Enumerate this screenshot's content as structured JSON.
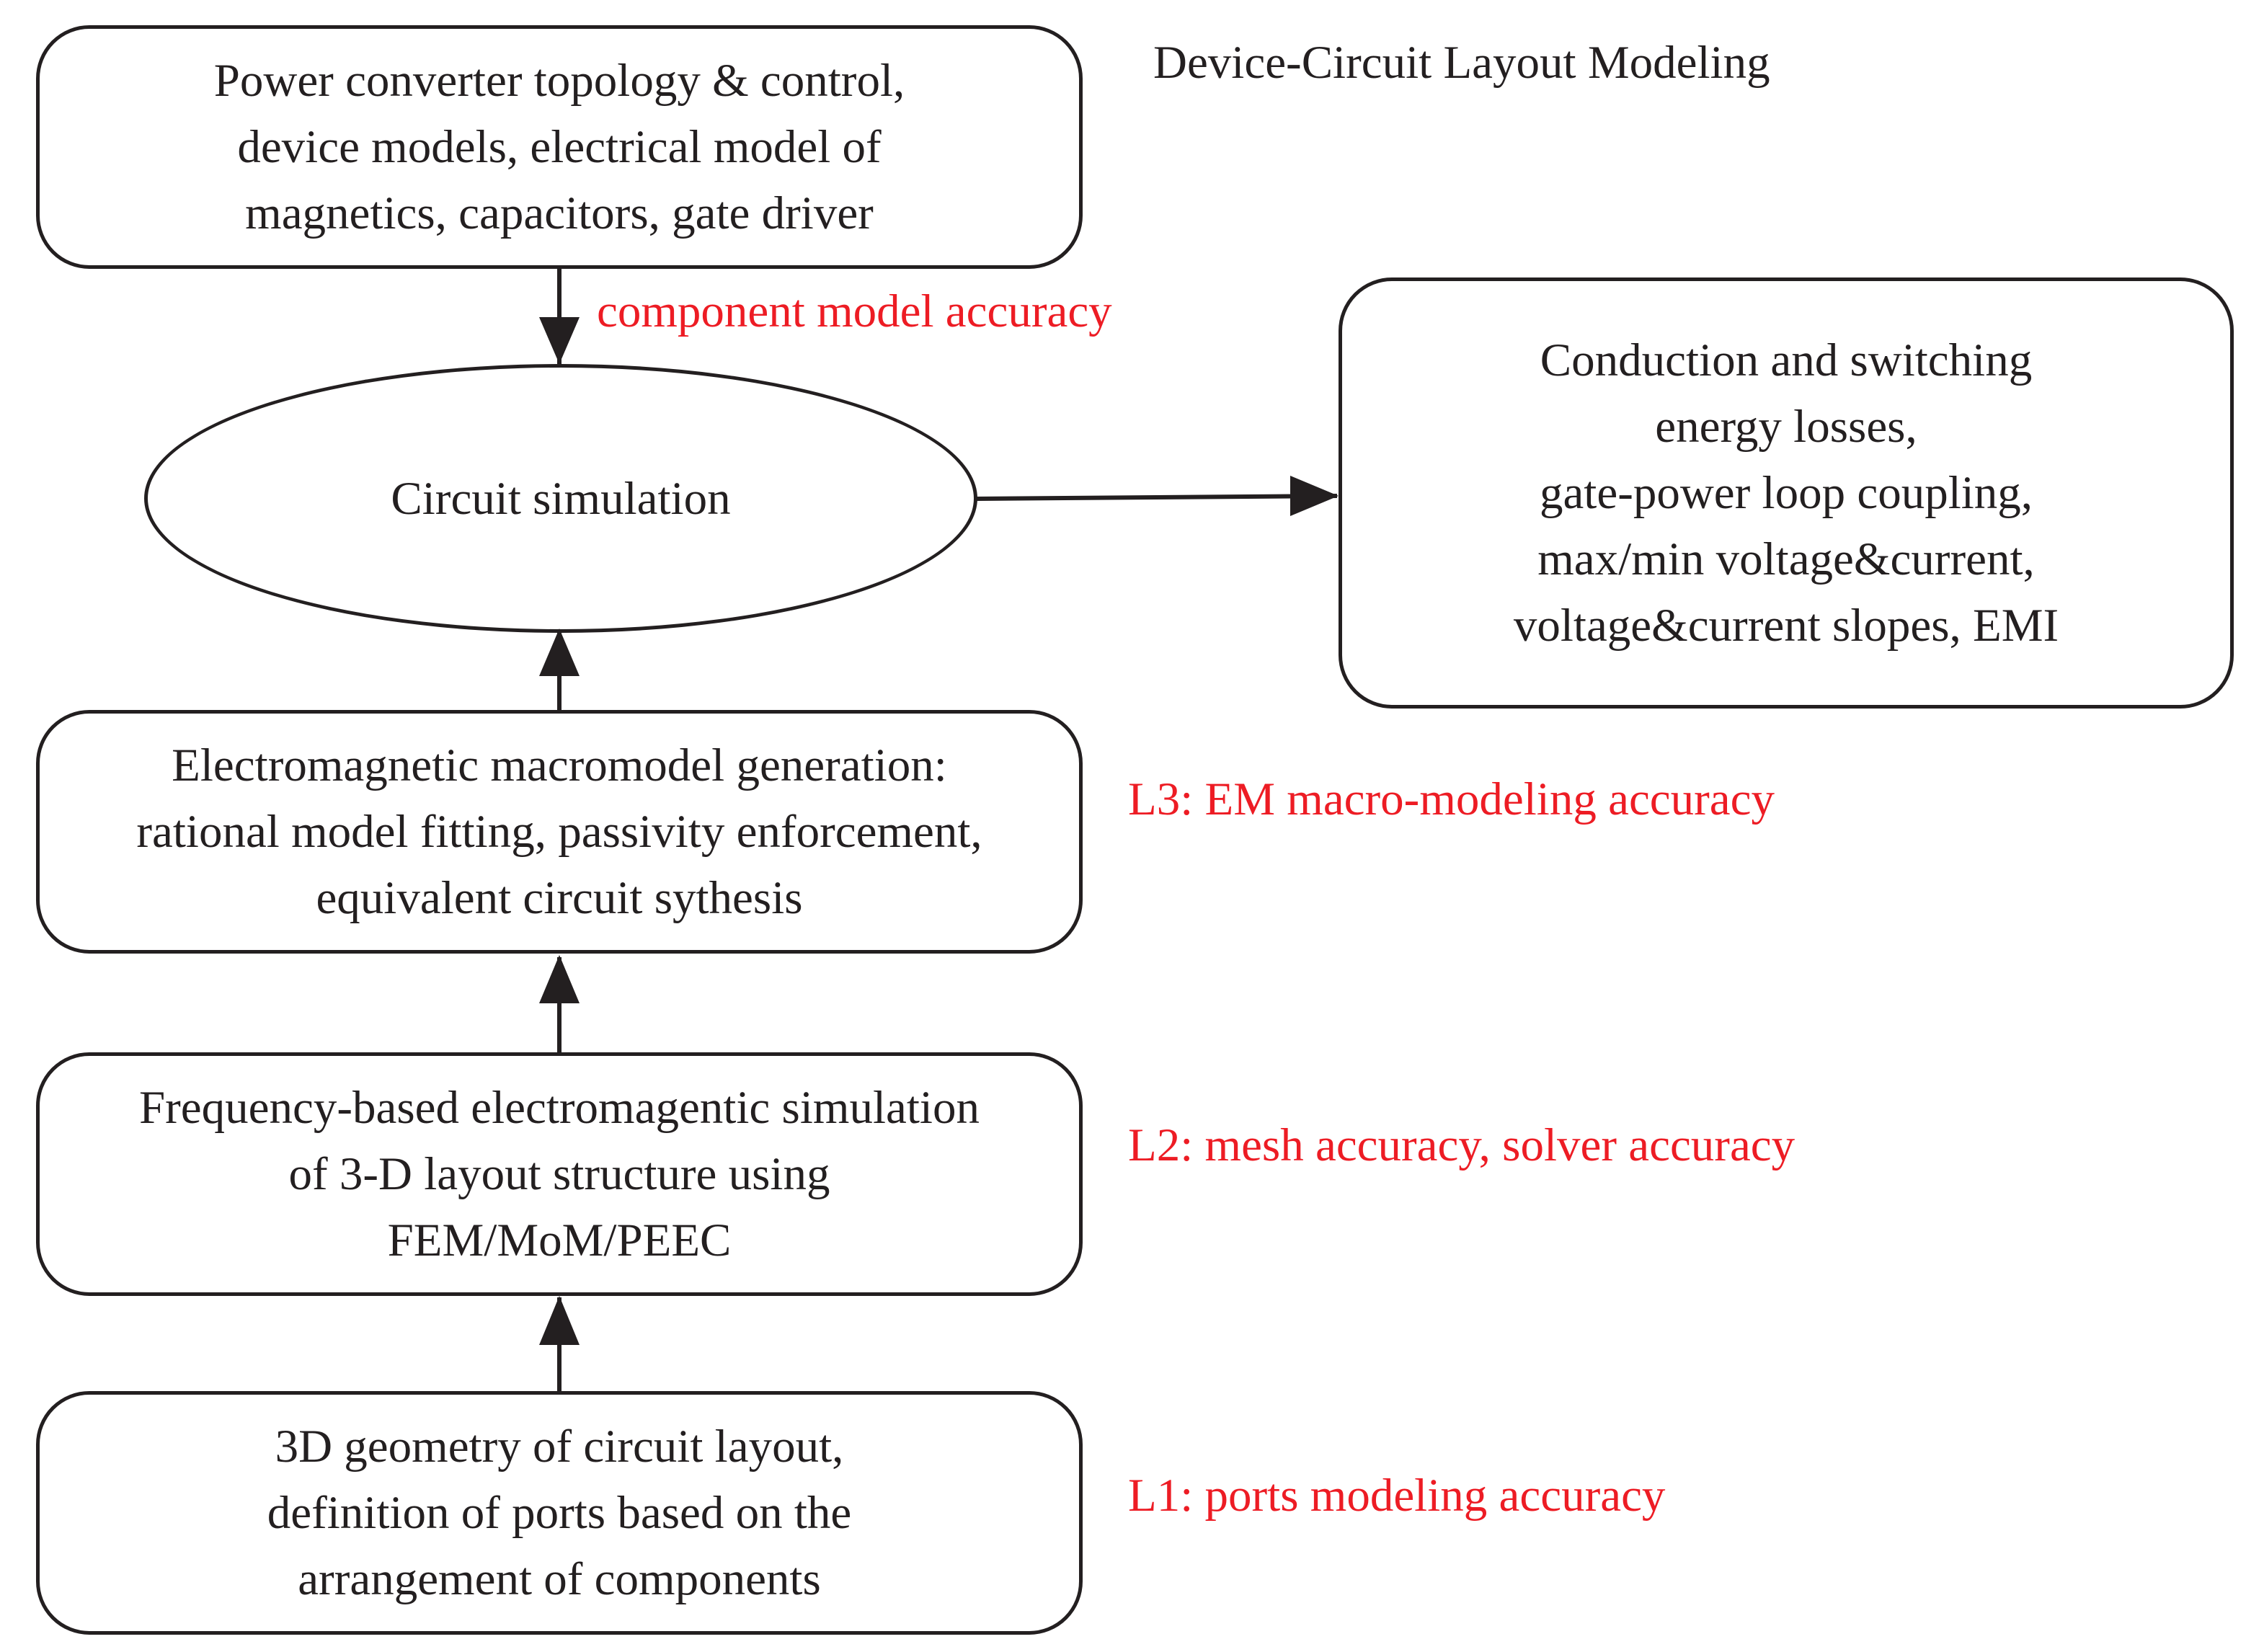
{
  "title": "Device-Circuit Layout Modeling",
  "boxes": {
    "top_inputs": {
      "lines": [
        "Power converter topology & control,",
        "device models, electrical model of",
        "magnetics, capacitors, gate driver"
      ]
    },
    "circuit_simulation": {
      "label": "Circuit simulation"
    },
    "outputs": {
      "lines": [
        "Conduction and switching",
        "energy losses,",
        "gate-power loop coupling,",
        "max/min voltage&current,",
        "voltage&current slopes, EMI"
      ]
    },
    "macromodel": {
      "lines": [
        "Electromagnetic macromodel generation:",
        "rational model fitting,  passivity enforcement,",
        "equivalent circuit sythesis"
      ]
    },
    "em_simulation": {
      "lines": [
        "Frequency-based electromagentic simulation",
        "of 3-D layout structure using",
        "FEM/MoM/PEEC"
      ]
    },
    "geometry": {
      "lines": [
        "3D geometry of circuit layout,",
        "definition of ports based on the",
        "arrangement of components"
      ]
    }
  },
  "notes": {
    "component": "component model accuracy",
    "l3": "L3: EM macro-modeling accuracy",
    "l2": "L2: mesh accuracy, solver accuracy",
    "l1": "L1: ports modeling accuracy"
  },
  "colors": {
    "stroke": "#231f20",
    "accuracy_note": "#ed1c24"
  }
}
